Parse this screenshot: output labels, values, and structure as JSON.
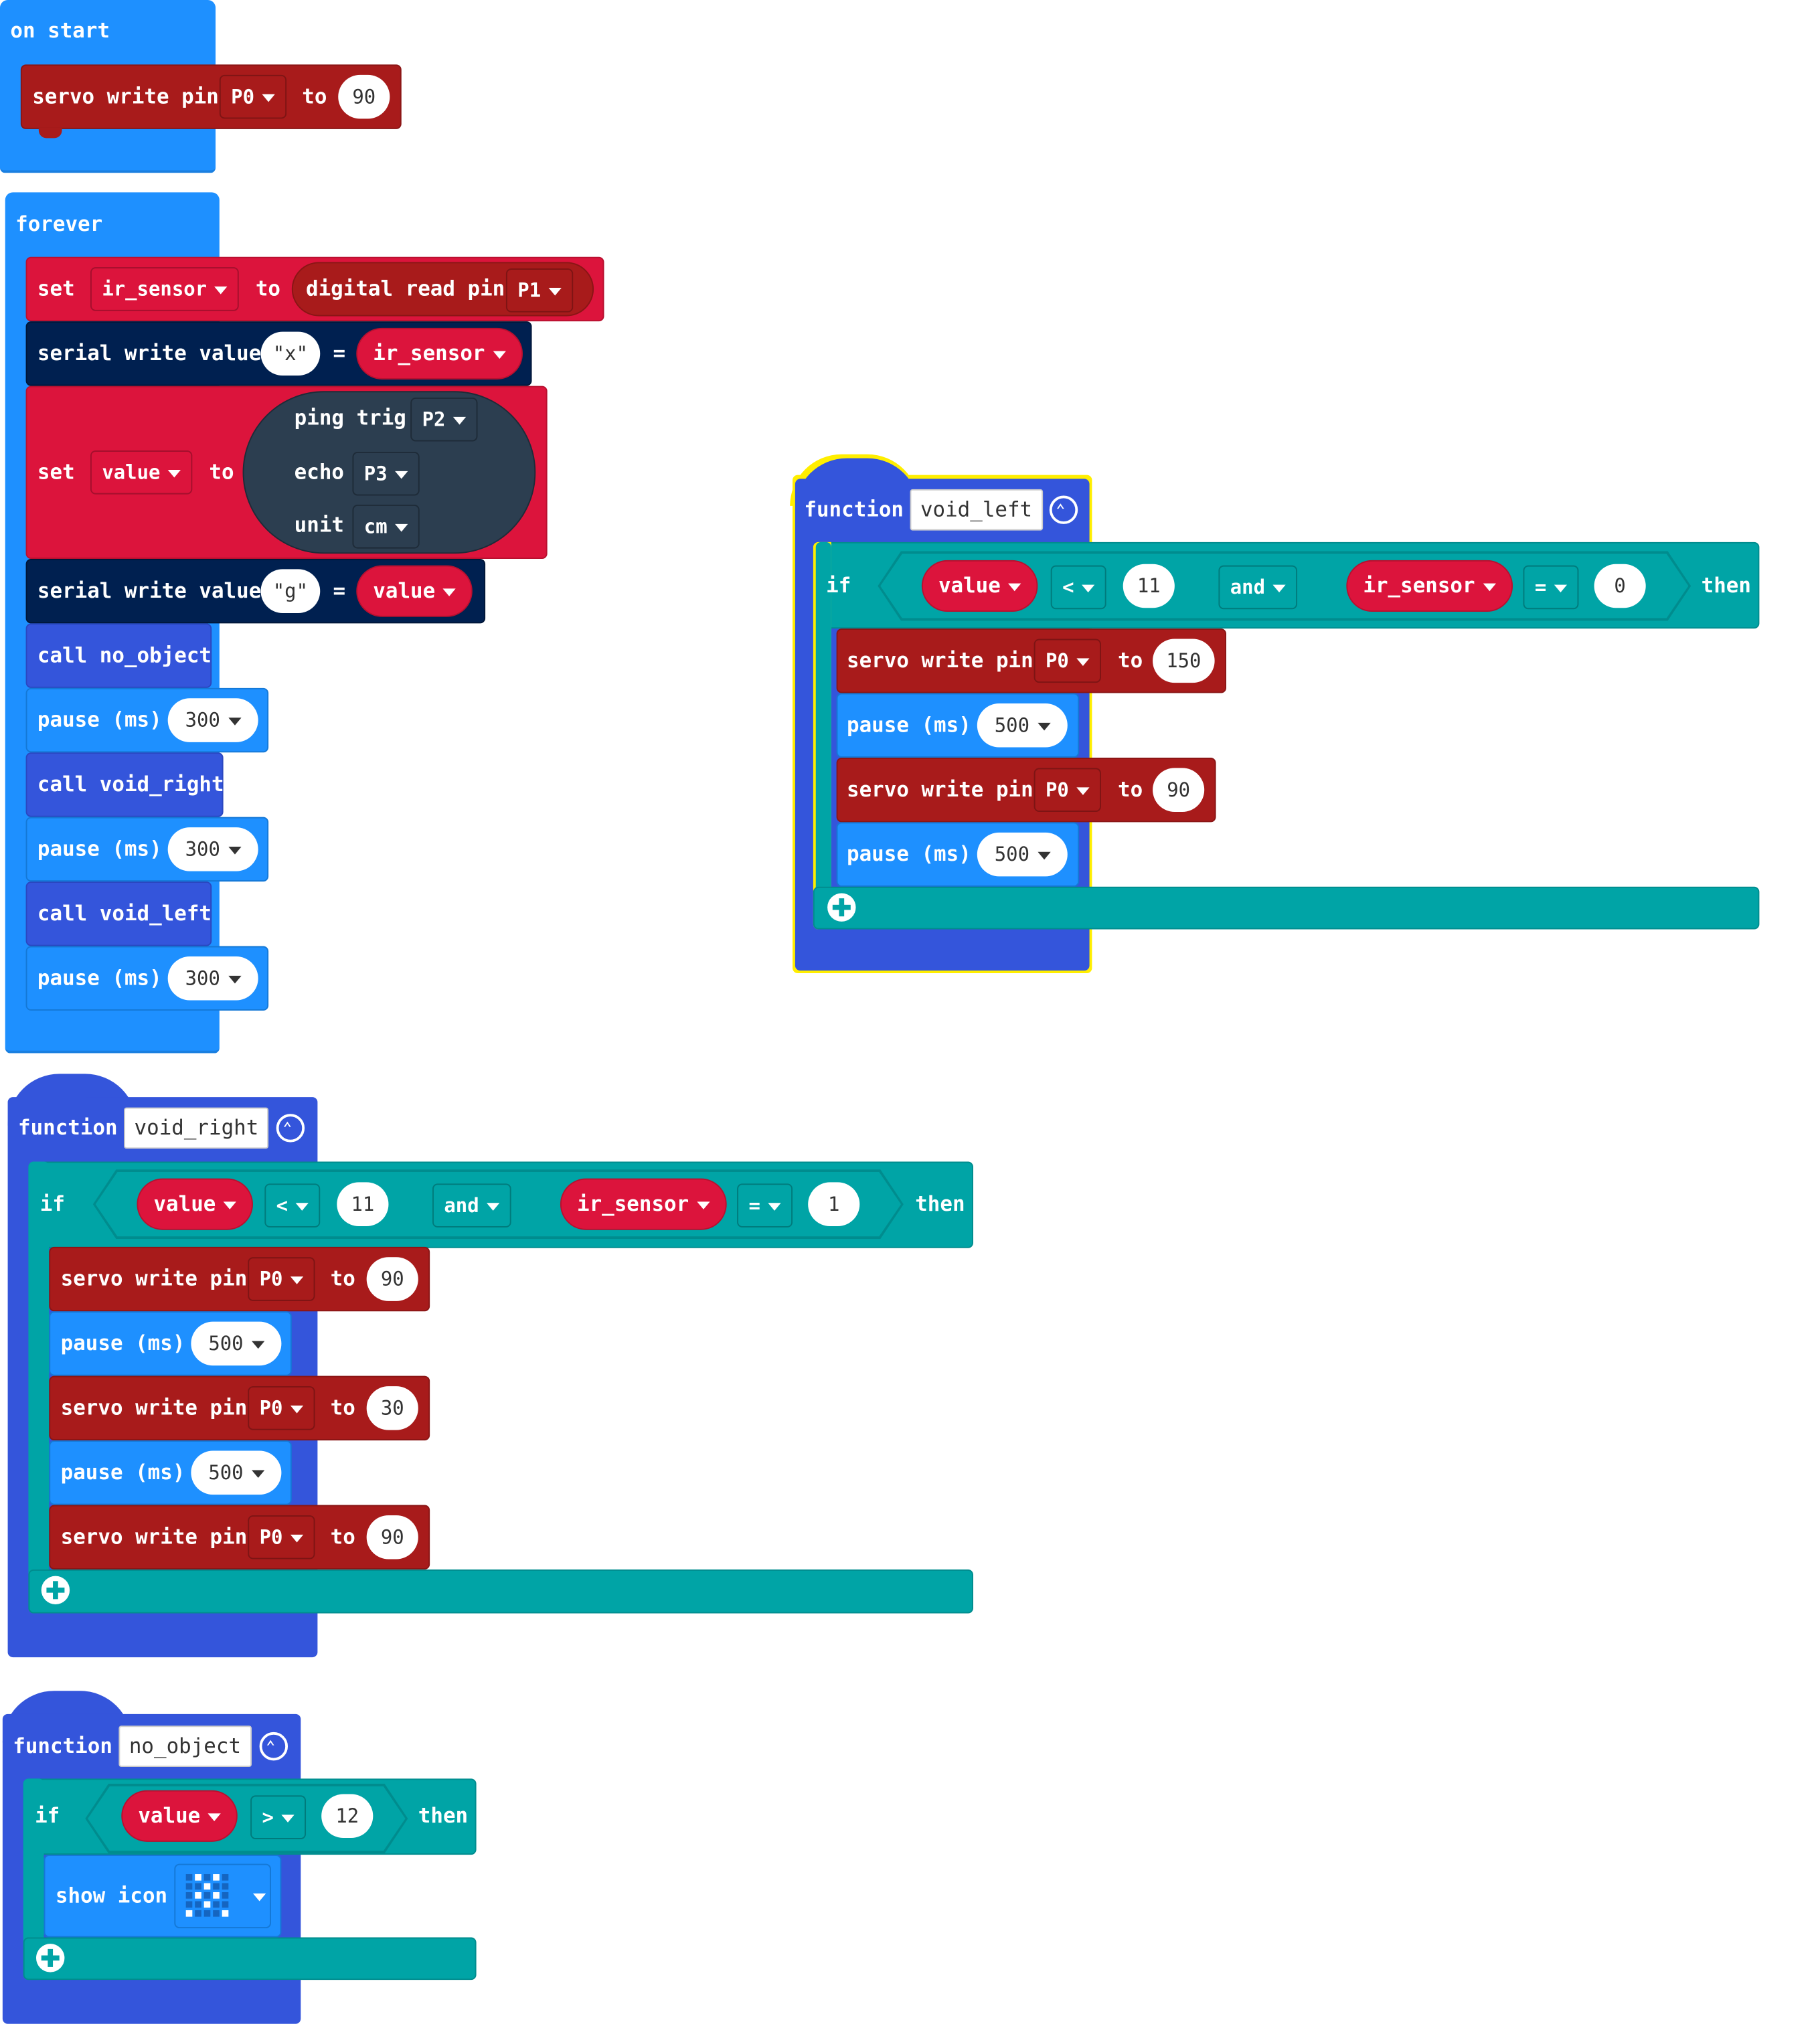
{
  "on_start": {
    "title": "on start",
    "servo": {
      "label": "servo write pin",
      "pin": "P0",
      "to": "to",
      "value": "90"
    }
  },
  "forever": {
    "title": "forever",
    "set_ir": {
      "set": "set",
      "var": "ir_sensor",
      "to": "to",
      "reporter": "digital read pin",
      "pin": "P1"
    },
    "serial1": {
      "label": "serial write value",
      "key": "\"x\"",
      "eq": "=",
      "var": "ir_sensor"
    },
    "set_value": {
      "set": "set",
      "var": "value",
      "to": "to",
      "ping": "ping trig",
      "trig": "P2",
      "echo": "echo",
      "echo_pin": "P3",
      "unit": "unit",
      "unit_val": "cm"
    },
    "serial2": {
      "label": "serial write value",
      "key": "\"g\"",
      "eq": "=",
      "var": "value"
    },
    "call1": "call no_object",
    "pause1": {
      "label": "pause (ms)",
      "value": "300"
    },
    "call2": "call void_right",
    "pause2": {
      "label": "pause (ms)",
      "value": "300"
    },
    "call3": "call void_left",
    "pause3": {
      "label": "pause (ms)",
      "value": "300"
    }
  },
  "void_left": {
    "kw": "function",
    "name": "void_left",
    "if": {
      "kw": "if",
      "var1": "value",
      "op1": "<",
      "num1": "11",
      "and": "and",
      "var2": "ir_sensor",
      "op2": "=",
      "num2": "0",
      "then": "then"
    },
    "body": [
      {
        "label": "servo write pin",
        "pin": "P0",
        "to": "to",
        "value": "150"
      },
      {
        "label": "pause (ms)",
        "value": "500"
      },
      {
        "label": "servo write pin",
        "pin": "P0",
        "to": "to",
        "value": "90"
      },
      {
        "label": "pause (ms)",
        "value": "500"
      }
    ]
  },
  "void_right": {
    "kw": "function",
    "name": "void_right",
    "if": {
      "kw": "if",
      "var1": "value",
      "op1": "<",
      "num1": "11",
      "and": "and",
      "var2": "ir_sensor",
      "op2": "=",
      "num2": "1",
      "then": "then"
    },
    "body": [
      {
        "label": "servo write pin",
        "pin": "P0",
        "to": "to",
        "value": "90"
      },
      {
        "label": "pause (ms)",
        "value": "500"
      },
      {
        "label": "servo write pin",
        "pin": "P0",
        "to": "to",
        "value": "30"
      },
      {
        "label": "pause (ms)",
        "value": "500"
      },
      {
        "label": "servo write pin",
        "pin": "P0",
        "to": "to",
        "value": "90"
      }
    ]
  },
  "no_object": {
    "kw": "function",
    "name": "no_object",
    "if": {
      "kw": "if",
      "var1": "value",
      "op1": ">",
      "num1": "12",
      "then": "then"
    },
    "show_icon": "show icon"
  },
  "colors": {
    "basic": "#1e90ff",
    "function": "#3455db",
    "servo": "#a81b1b",
    "variable": "#dc143c",
    "serial": "#002050",
    "logic": "#00a4a6",
    "sonar": "#2c3e50",
    "highlight": "#ffee00"
  }
}
